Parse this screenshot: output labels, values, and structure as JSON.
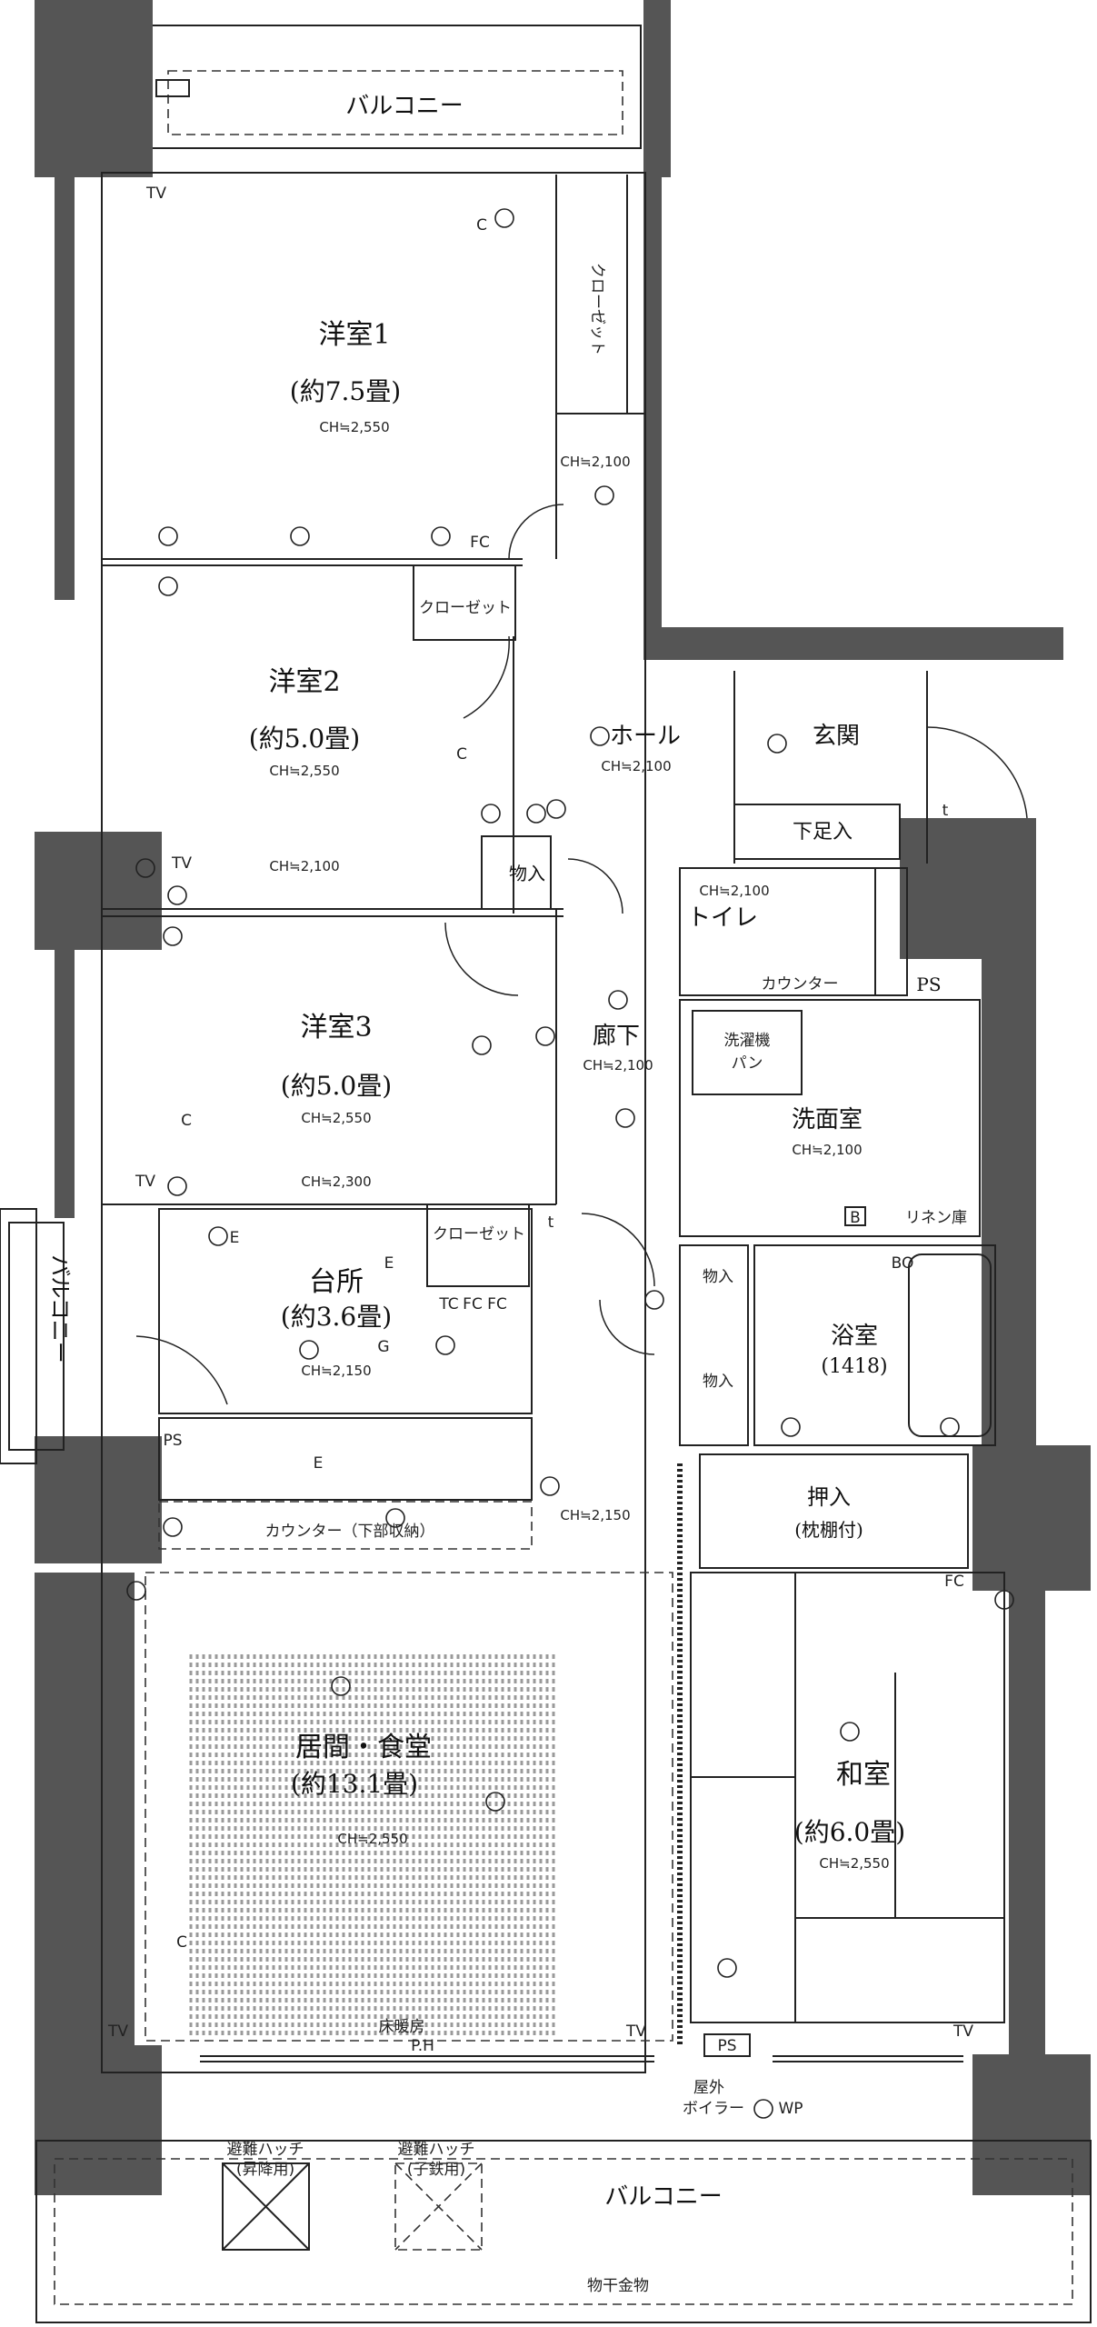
{
  "rooms": {
    "yoshitsu1": {
      "name": "洋室1",
      "size": "(約7.5畳)",
      "ch": "CH≒2,550"
    },
    "yoshitsu2": {
      "name": "洋室2",
      "size": "(約5.0畳)",
      "ch": "CH≒2,550",
      "ch2": "CH≒2,100"
    },
    "yoshitsu3": {
      "name": "洋室3",
      "size": "(約5.0畳)",
      "ch": "CH≒2,550",
      "ch2": "CH≒2,300"
    },
    "hall": {
      "name": "ホール",
      "ch": "CH≒2,100"
    },
    "genkan": {
      "name": "玄関"
    },
    "shitaashiire": {
      "name": "下足入"
    },
    "toilet": {
      "name": "トイレ",
      "ch": "CH≒2,100",
      "counter": "カウンター"
    },
    "rouka": {
      "name": "廊下",
      "ch": "CH≒2,100"
    },
    "sentakuki": {
      "line1": "洗濯機",
      "line2": "パン"
    },
    "senmen": {
      "name": "洗面室",
      "ch": "CH≒2,100"
    },
    "linen": {
      "name": "リネン庫"
    },
    "daidokoro": {
      "name": "台所",
      "size": "(約3.6畳)",
      "ch": "CH≒2,150"
    },
    "yokushitsu": {
      "name": "浴室",
      "size": "(1418)"
    },
    "oshiire": {
      "name": "押入",
      "sub": "(枕棚付)"
    },
    "living": {
      "name": "居間・食堂",
      "size": "(約13.1畳)",
      "ch": "CH≒2,550",
      "floor_heat": "床暖房"
    },
    "washitsu": {
      "name": "和室",
      "size": "(約6.0畳)",
      "ch": "CH≒2,550"
    }
  },
  "labels": {
    "closet_v": "クローゼット",
    "closet_h1": "クローゼット",
    "closet_h2": "クローゼット",
    "ch_2100_corr": "CH≒2,100",
    "ch_2150": "CH≒2,150",
    "monoire1": "物入",
    "monoire2": "物入",
    "monoire3": "物入",
    "ps1": "PS",
    "ps2": "PS",
    "ps3": "PS",
    "counter_lower": "カウンター（下部収納）",
    "ph": "P.H",
    "okugai": "屋外",
    "boiler": "ボイラー",
    "wp": "WP",
    "balcony_top": "バルコニー",
    "balcony_left": "バルコニー",
    "balcony_bottom": "バルコニー",
    "hatch1_title": "避難ハッチ",
    "hatch1_sub": "(昇降用)",
    "hatch2_title": "避難ハッチ",
    "hatch2_sub": "(子鉄用)",
    "monohoshi": "物干金物",
    "fc": "FC",
    "tc": "TC",
    "bo": "BO",
    "b": "B",
    "tv": "TV",
    "e": "E",
    "c": "C",
    "g": "G",
    "t": "t"
  }
}
